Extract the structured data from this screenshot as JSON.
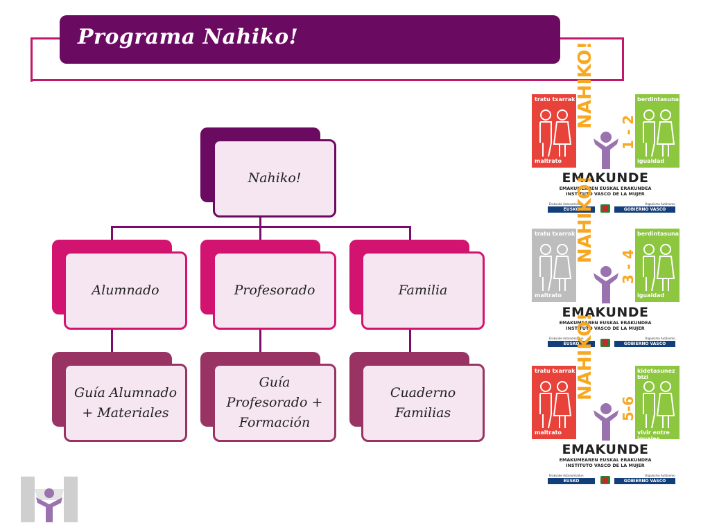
{
  "header": {
    "title": "Programa Nahiko!"
  },
  "diagram": {
    "root": "Nahiko!",
    "level1": [
      "Alumnado",
      "Profesorado",
      "Familia"
    ],
    "level2": [
      "Guía Alumnado\n+ Materiales",
      "Guía\nProfesorado +\nFormación",
      "Cuaderno\nFamilias"
    ]
  },
  "colors": {
    "title_bar": "#6b0a61",
    "frame": "#c0186d",
    "root_back": "#6b0a61",
    "level1_back": "#d2136f",
    "level2_back": "#983363",
    "node_fill": "#f5e6f1"
  },
  "posters": [
    {
      "left_label_top": "tratu txarrak",
      "left_label_bottom": "maltrato",
      "right_label_top": "berdintasuna",
      "right_label_bottom": "igualdad",
      "nahiko": "NAHIKO!",
      "age": "1 - 2",
      "brand": "EMAKUNDE",
      "sub1": "EMAKUMEAREN EUSKAL ERAKUNDEA",
      "sub2": "INSTITUTO VASCO DE LA MUJER",
      "gov_left": "EUSKO JAURLARITZA",
      "gov_right": "GOBIERNO VASCO",
      "gov_left_small": "Erakunde Autonomiadun",
      "gov_right_small": "Organismo Autónomo",
      "left_color": "#e8433a",
      "right_color": "#8dc63f",
      "nahiko_color": "#f7a823",
      "age_color": "#f7a823"
    },
    {
      "left_label_top": "tratu txarrak",
      "left_label_bottom": "maltrato",
      "right_label_top": "berdintasuna",
      "right_label_bottom": "igualdad",
      "nahiko": "NAHIKO!",
      "age": "3 - 4",
      "brand": "EMAKUNDE",
      "sub1": "EMAKUMEAREN EUSKAL ERAKUNDEA",
      "sub2": "INSTITUTO VASCO DE LA MUJER",
      "gov_left": "EUSKO JAURLARITZA",
      "gov_right": "GOBIERNO VASCO",
      "gov_left_small": "Erakunde Autonomiadun",
      "gov_right_small": "Organismo Autónomo",
      "left_color": "#bdbdbd",
      "right_color": "#8dc63f",
      "nahiko_color": "#f7a823",
      "age_color": "#f7a823"
    },
    {
      "left_label_top": "tratu txarrak",
      "left_label_bottom": "maltrato",
      "right_label_top": "kidetasunez bizi",
      "right_label_bottom": "vivir entre iguales",
      "nahiko": "NAHIKO!",
      "age": "5-6",
      "brand": "EMAKUNDE",
      "sub1": "EMAKUMEAREN EUSKAL ERAKUNDEA",
      "sub2": "INSTITUTO VASCO DE LA MUJER",
      "gov_left": "EUSKO JAURLARITZA",
      "gov_right": "GOBIERNO VASCO",
      "gov_left_small": "Erakunde Autonomiadun",
      "gov_right_small": "Organismo Autónomo",
      "left_color": "#e8433a",
      "right_color": "#8dc63f",
      "nahiko_color": "#f7a823",
      "age_color": "#f7a823"
    }
  ]
}
